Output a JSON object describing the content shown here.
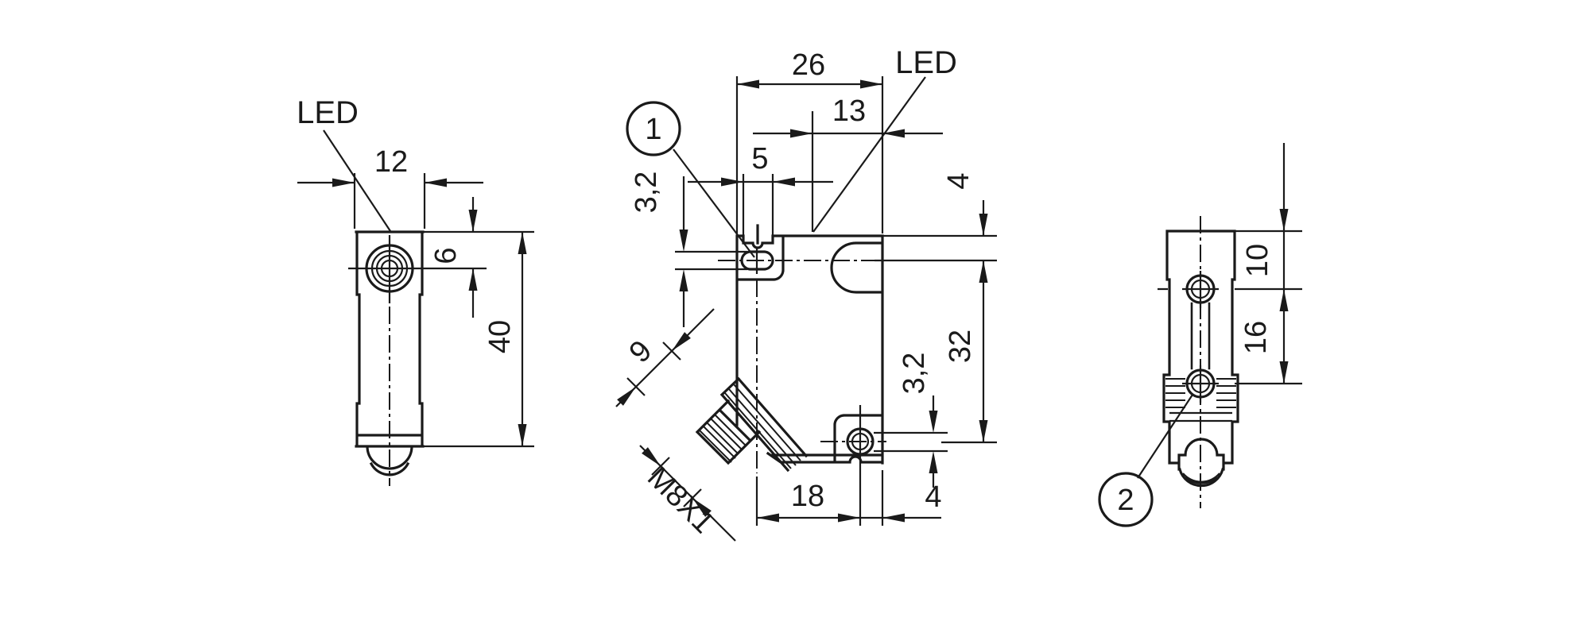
{
  "drawing": {
    "background": "#ffffff",
    "line_color": "#1a1a1a",
    "views": {
      "front": {
        "led_label": "LED",
        "dims": {
          "width": "12",
          "led_offset": "6",
          "height": "40"
        }
      },
      "side": {
        "led_label": "LED",
        "balloon": "1",
        "dims": {
          "width": "26",
          "led_from_right": "13",
          "slot_width": "5",
          "upper_hole": "3,2",
          "top_to_axis": "4",
          "axis_span": "32",
          "lower_hole": "3,2",
          "hole_to_edge": "4",
          "hole_spacing": "18",
          "connector": "9",
          "thread": "M8X1"
        }
      },
      "right": {
        "balloon": "2",
        "dims": {
          "top_to_hole": "10",
          "hole_spacing": "16"
        }
      }
    }
  }
}
